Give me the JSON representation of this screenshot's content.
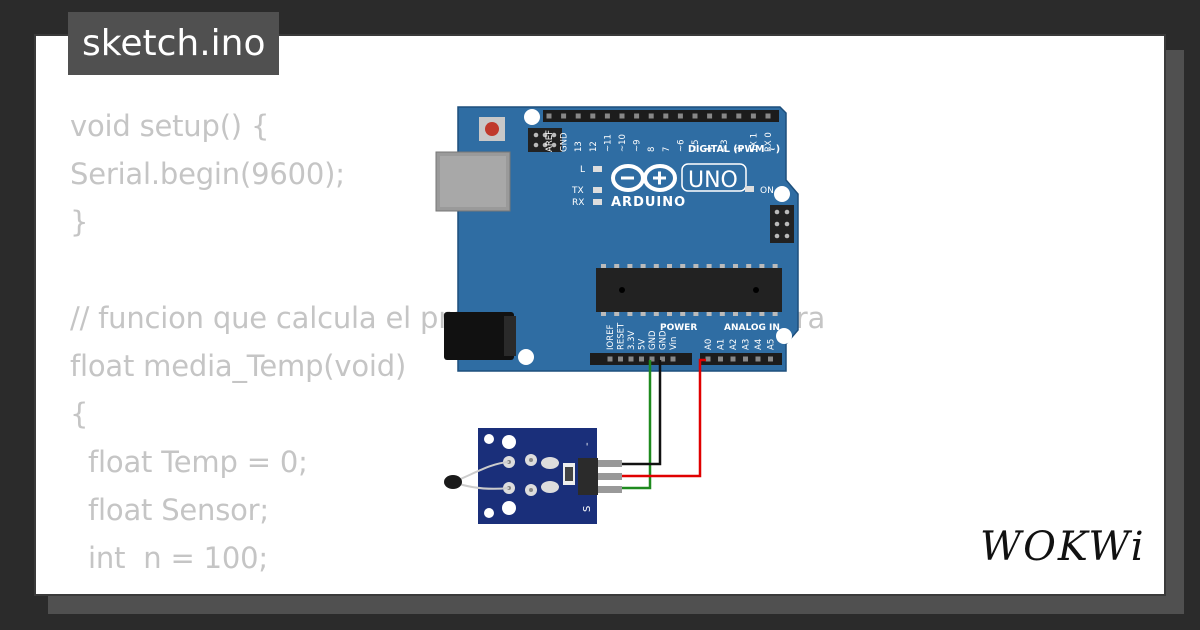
{
  "title": "sketch.ino",
  "code_lines": [
    "void setup() {",
    "Serial.begin(9600);",
    "}",
    "",
    "// funcion que calcula el promedio de la temperatura",
    "float media_Temp(void)",
    "{",
    "  float Temp = 0;",
    "  float Sensor;",
    "  int  n = 100;"
  ],
  "arduino": {
    "brand": "ARDUINO",
    "model": "UNO",
    "digital_label": "DIGITAL (PWM ~)",
    "power_label": "POWER",
    "analog_label": "ANALOG IN",
    "on_label": "ON",
    "l_label": "L",
    "tx_label": "TX",
    "rx_label": "RX",
    "digital_pins": [
      "AREF",
      "GND",
      "13",
      "12",
      "~11",
      "~10",
      "~9",
      "8",
      "7",
      "~6",
      "~5",
      "4",
      "~3",
      "2",
      "TX 1",
      "RX 0"
    ],
    "power_pins": [
      "IOREF",
      "RESET",
      "3.3V",
      "5V",
      "GND",
      "GND",
      "Vin"
    ],
    "analog_pins": [
      "A0",
      "A1",
      "A2",
      "A3",
      "A4",
      "A5"
    ]
  },
  "sensor": {
    "label_minus": "-",
    "label_s": "S"
  },
  "wire_colors": {
    "green": "#1e8a1e",
    "black": "#111111",
    "red": "#e00000"
  },
  "colors": {
    "board_blue": "#2f6da3",
    "sensor_blue": "#1a2f7a"
  },
  "logo": "WOKWi"
}
